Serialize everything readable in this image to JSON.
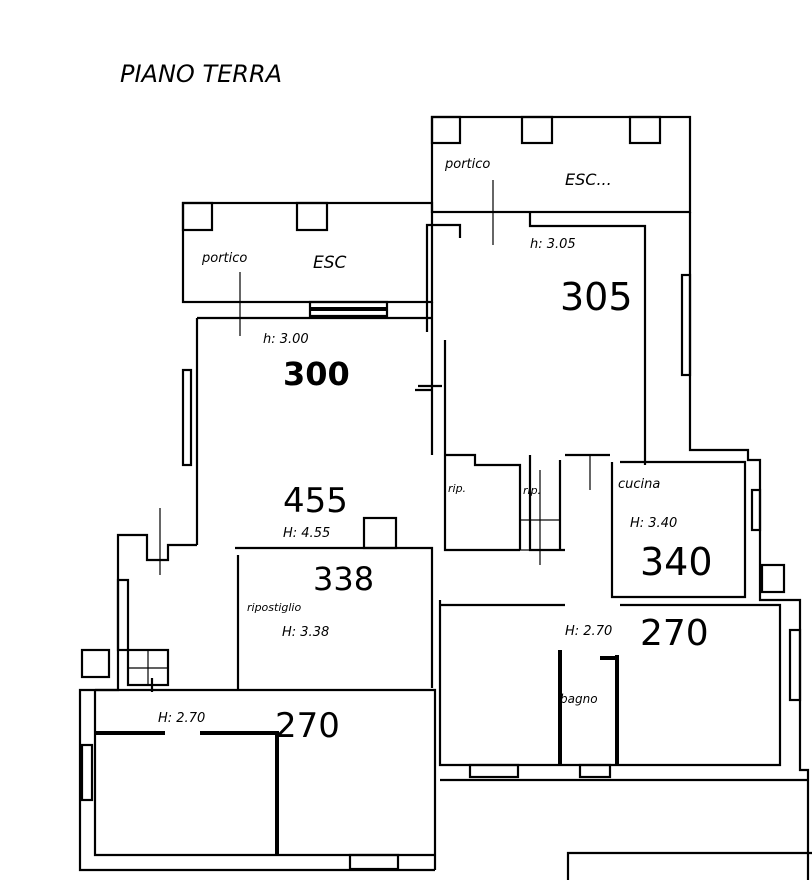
{
  "title": "PIANO TERRA",
  "rooms": {
    "portico_right": {
      "name": "portico",
      "tag": "ESC..."
    },
    "portico_left": {
      "name": "portico",
      "tag": "ESC"
    },
    "room_305": {
      "height_label": "h: 3.05",
      "code": "305"
    },
    "room_300": {
      "height_label": "h: 3.00",
      "code": "300"
    },
    "room_455": {
      "height_label": "H: 4.55",
      "code": "455"
    },
    "ripostiglio": {
      "name": "ripostiglio",
      "height_label": "H: 3.38",
      "code": "338"
    },
    "rip1": {
      "name": "rip."
    },
    "rip2": {
      "name": "rip."
    },
    "cucina": {
      "name": "cucina",
      "height_label": "H: 3.40",
      "code": "340"
    },
    "room_270_right": {
      "height_label": "H: 2.70",
      "code": "270"
    },
    "bagno": {
      "name": "bagno"
    },
    "room_270_left": {
      "height_label": "H: 2.70",
      "code": "270"
    }
  }
}
